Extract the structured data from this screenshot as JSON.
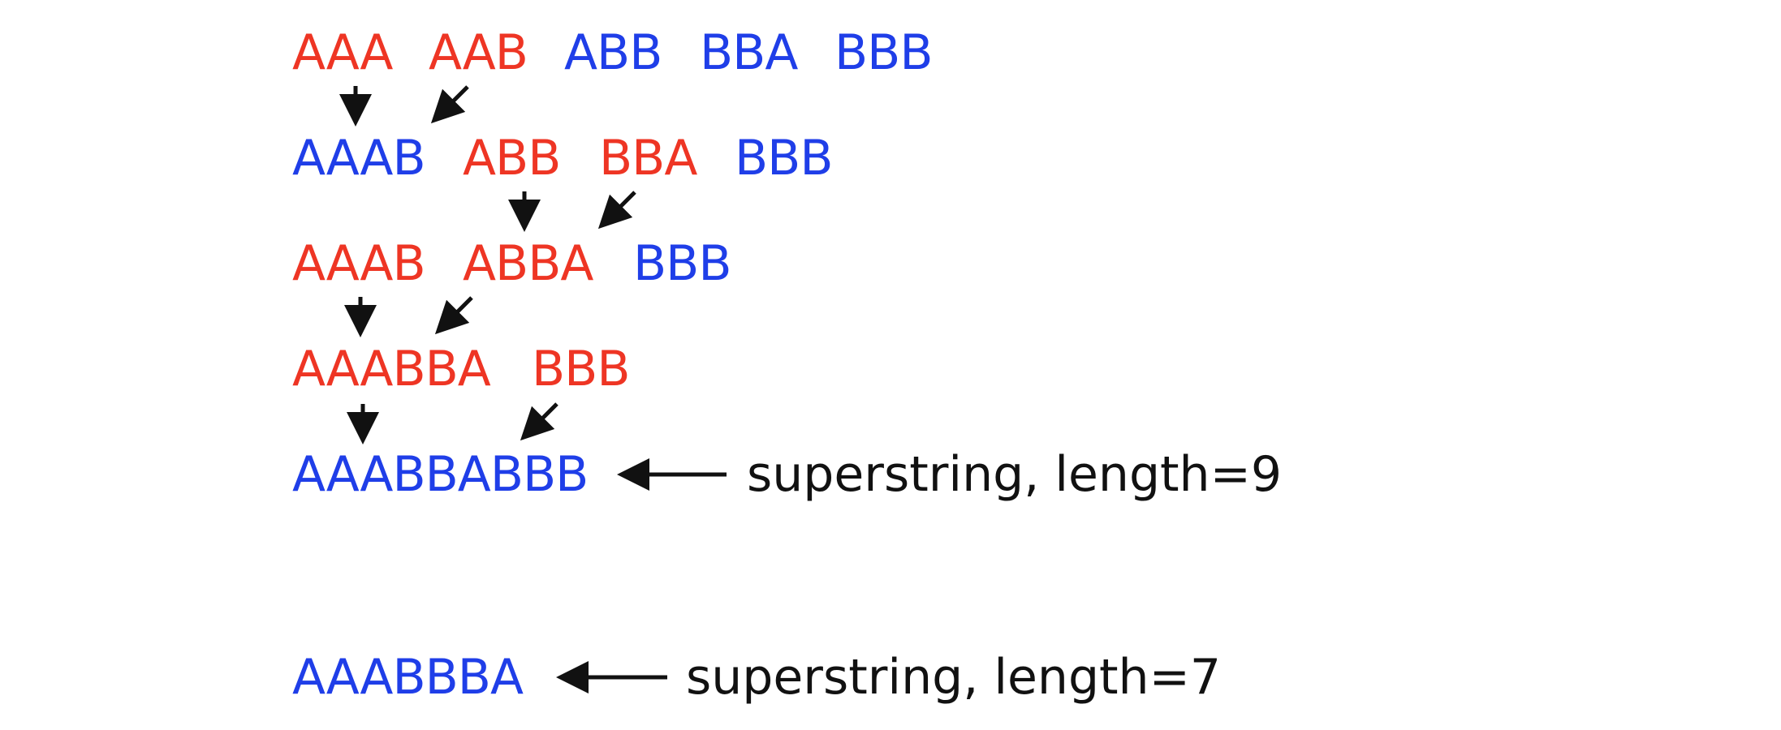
{
  "rows": [
    {
      "words": [
        {
          "text": "AAA",
          "color": "red"
        },
        {
          "text": "AAB",
          "color": "red"
        },
        {
          "text": "ABB",
          "color": "blue"
        },
        {
          "text": "BBA",
          "color": "blue"
        },
        {
          "text": "BBB",
          "color": "blue"
        }
      ]
    },
    {
      "words": [
        {
          "text": "AAAB",
          "color": "blue"
        },
        {
          "text": "ABB",
          "color": "red"
        },
        {
          "text": "BBA",
          "color": "red"
        },
        {
          "text": "BBB",
          "color": "blue"
        }
      ]
    },
    {
      "words": [
        {
          "text": "AAAB",
          "color": "red"
        },
        {
          "text": "ABBA",
          "color": "red"
        },
        {
          "text": "BBB",
          "color": "blue"
        }
      ]
    },
    {
      "words": [
        {
          "text": "AAABBA",
          "color": "red"
        },
        {
          "text": "BBB",
          "color": "red"
        }
      ]
    },
    {
      "words": [
        {
          "text": "AAABBABBB",
          "color": "blue"
        }
      ],
      "note": "superstring, length=9"
    }
  ],
  "alternative": {
    "word": {
      "text": "AAABBBA",
      "color": "blue"
    },
    "note": "superstring, length=7"
  },
  "colors": {
    "red": "#ee3524",
    "blue": "#1f3ee8",
    "arrow": "#111111"
  }
}
